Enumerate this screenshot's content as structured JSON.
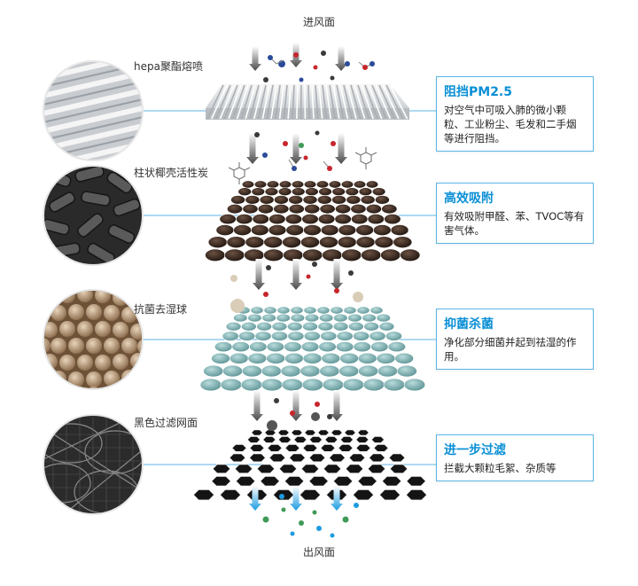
{
  "flow": {
    "in_label": "进风面",
    "out_label": "出风面"
  },
  "layers": [
    {
      "material": "hepa聚酯熔喷",
      "title": "阻挡PM2.5",
      "desc": "对空气中可吸入肺的微小颗粒、工业粉尘、毛发和二手烟等进行阻挡。"
    },
    {
      "material": "柱状椰壳活性炭",
      "title": "高效吸附",
      "desc": "有效吸附甲醛、苯、TVOC等有害气体。"
    },
    {
      "material": "抗菌去湿球",
      "title": "抑菌杀菌",
      "desc": "净化部分细菌并起到祛湿的作用。"
    },
    {
      "material": "黑色过滤网面",
      "title": "进一步过滤",
      "desc": "拦截大颗粒毛絮、杂质等"
    }
  ],
  "colors": {
    "accent": "#0a8fd6",
    "line": "#5cb6e6",
    "carbon": "#3b2a20",
    "ball": "#7fb2b3",
    "mesh": "#1a1a1a"
  },
  "icons": [
    "down-arrow-icon",
    "molecule-icon",
    "benzene-icon",
    "particle-icon"
  ]
}
